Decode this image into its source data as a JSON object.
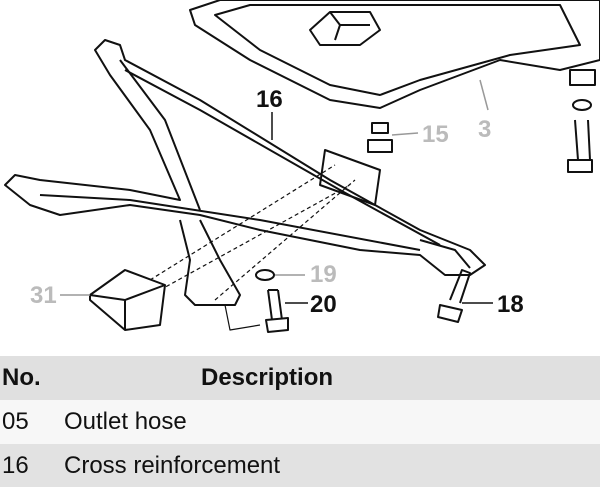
{
  "diagram": {
    "callouts": [
      {
        "id": "16",
        "highlight": true
      },
      {
        "id": "15",
        "highlight": false
      },
      {
        "id": "3",
        "highlight": false
      },
      {
        "id": "19",
        "highlight": false
      },
      {
        "id": "20",
        "highlight": true
      },
      {
        "id": "18",
        "highlight": true
      },
      {
        "id": "31",
        "highlight": false
      }
    ]
  },
  "table": {
    "headers": {
      "no": "No.",
      "description": "Description"
    },
    "rows": [
      {
        "no": "05",
        "description": "Outlet hose"
      },
      {
        "no": "16",
        "description": "Cross reinforcement"
      }
    ]
  }
}
